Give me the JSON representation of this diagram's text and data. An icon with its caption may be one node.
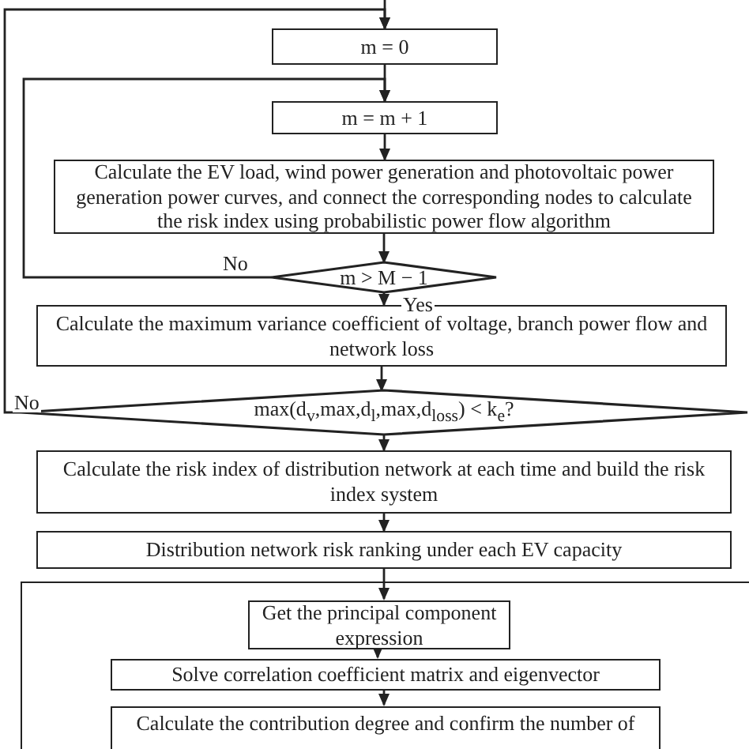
{
  "diagram": {
    "nodes": [
      {
        "text": [
          "m = 0"
        ]
      },
      {
        "text": [
          "m = m + 1"
        ]
      },
      {
        "text": [
          "Calculate the EV load, wind power generation and photovoltaic power generation power curves, and connect the corresponding nodes to calculate the risk index using probabilistic power flow algorithm"
        ]
      },
      {
        "text": [
          "m > M − 1"
        ]
      },
      {
        "text": [
          "Calculate the maximum variance coefficient of voltage, branch power flow and network loss"
        ]
      },
      {
        "text": [
          "max(d$_{v}$,max,d$_{l}$,max,d$_{loss}$) < k$_{e}$?"
        ]
      },
      {
        "text": [
          "Calculate the risk index of distribution network at each time and build the risk index system"
        ]
      },
      {
        "text": [
          "Distribution network risk ranking under each EV capacity"
        ]
      },
      {
        "text": [],
        "shape": "box"
      },
      {
        "text": [
          "Get the principal component expression"
        ],
        "in": 8
      },
      {
        "text": [
          "Solve correlation coefficient matrix and eigenvector"
        ],
        "in": 8
      },
      {
        "text": [
          "Calculate the contribution degree and confirm the number of"
        ],
        "in": 8
      }
    ],
    "edges": [
      {
        "from": null,
        "to": 0,
        "arrow": "to"
      },
      {
        "from": 0,
        "to": 1,
        "arrow": "to"
      },
      {
        "from": 1,
        "to": 2,
        "arrow": "to"
      },
      {
        "from": 2,
        "to": 3,
        "arrow": "to"
      },
      {
        "from": 3,
        "to": 1,
        "arrow": "to",
        "label": "No"
      },
      {
        "from": 3,
        "to": 4,
        "arrow": "to",
        "label": "Yes"
      },
      {
        "from": 4,
        "to": 5,
        "arrow": "to"
      },
      {
        "from": 5,
        "to": 0,
        "arrow": "to",
        "label": "No"
      },
      {
        "from": 5,
        "to": 6,
        "arrow": "to"
      },
      {
        "from": 6,
        "to": 7,
        "arrow": "to"
      },
      {
        "from": 7,
        "to": 9,
        "arrow": "to"
      },
      {
        "from": 9,
        "to": 10,
        "arrow": "to"
      },
      {
        "from": 10,
        "to": 11,
        "arrow": "to"
      }
    ]
  }
}
